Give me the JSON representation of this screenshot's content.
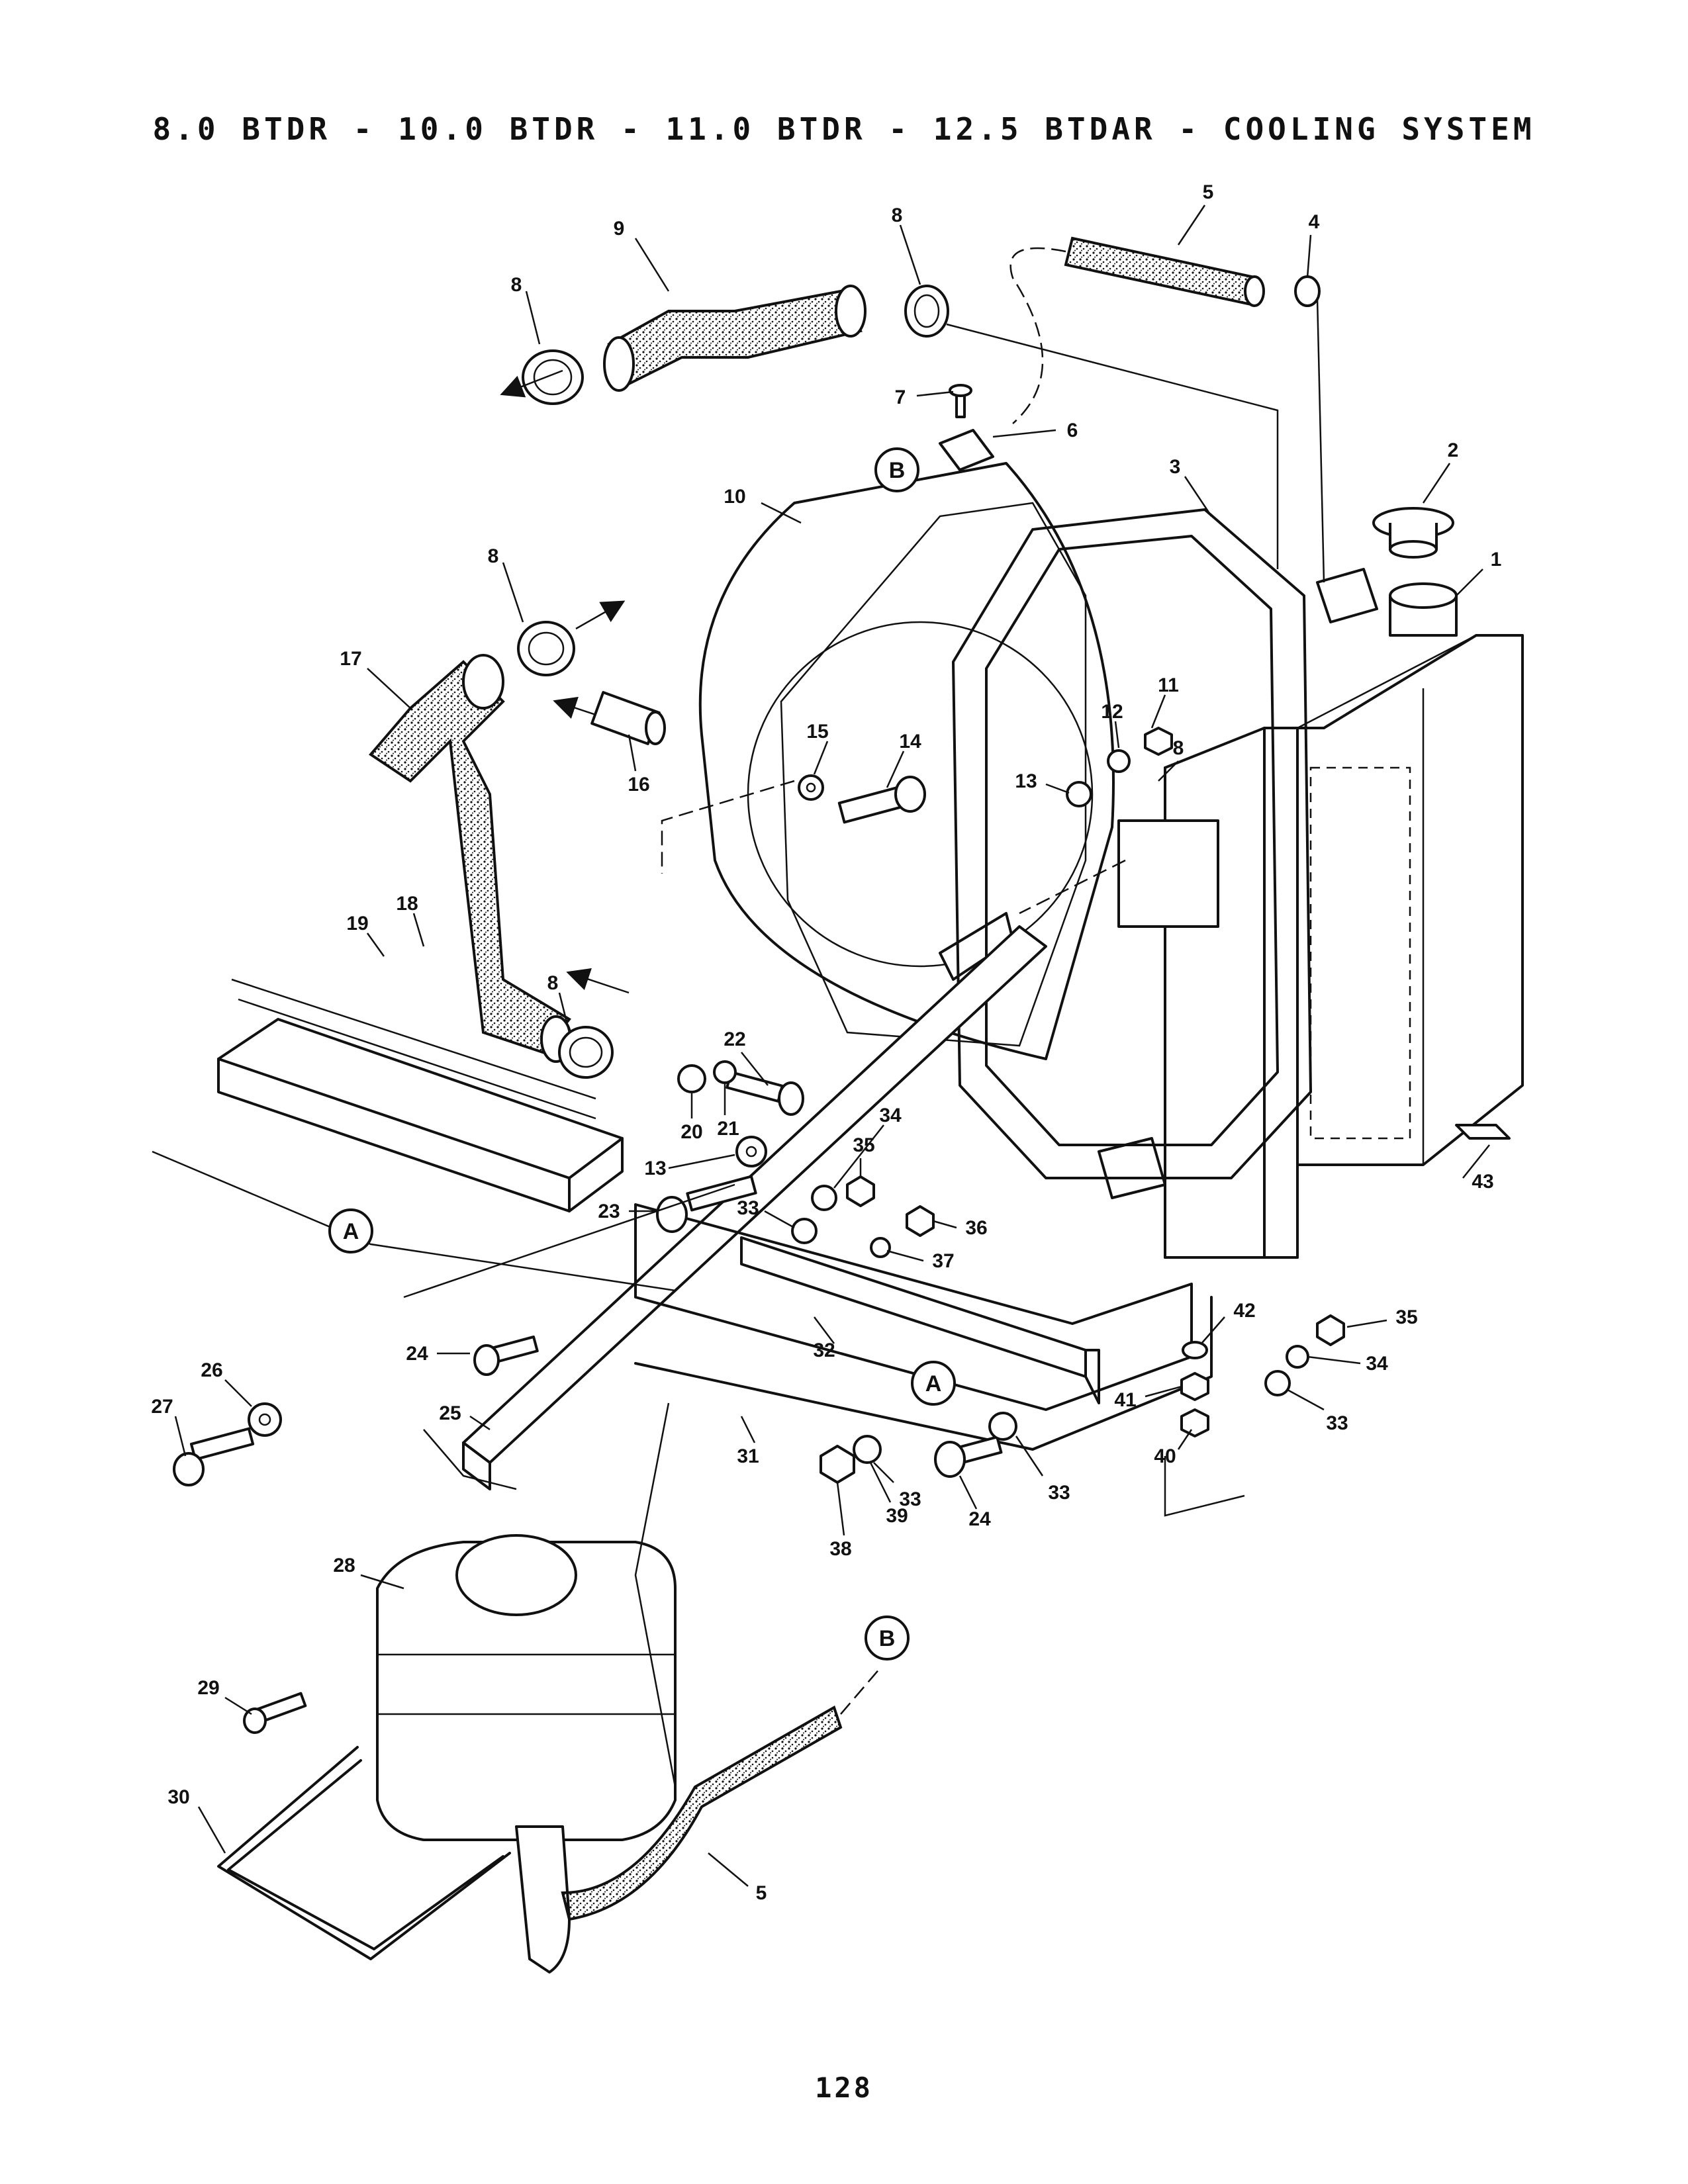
{
  "title": "8.0 BTDR - 10.0 BTDR - 11.0 BTDR - 12.5 BTDAR - COOLING SYSTEM",
  "page_number": "128",
  "callouts": [
    "1",
    "2",
    "3",
    "4",
    "5",
    "5",
    "6",
    "7",
    "8",
    "8",
    "8",
    "8",
    "8",
    "9",
    "10",
    "11",
    "12",
    "13",
    "13",
    "14",
    "15",
    "16",
    "17",
    "18",
    "19",
    "20",
    "21",
    "22",
    "23",
    "24",
    "24",
    "25",
    "26",
    "27",
    "28",
    "29",
    "30",
    "31",
    "32",
    "33",
    "33",
    "33",
    "33",
    "34",
    "34",
    "35",
    "35",
    "36",
    "37",
    "38",
    "39",
    "40",
    "41",
    "42",
    "43"
  ],
  "reference_markers": [
    "A",
    "A",
    "B",
    "B"
  ]
}
